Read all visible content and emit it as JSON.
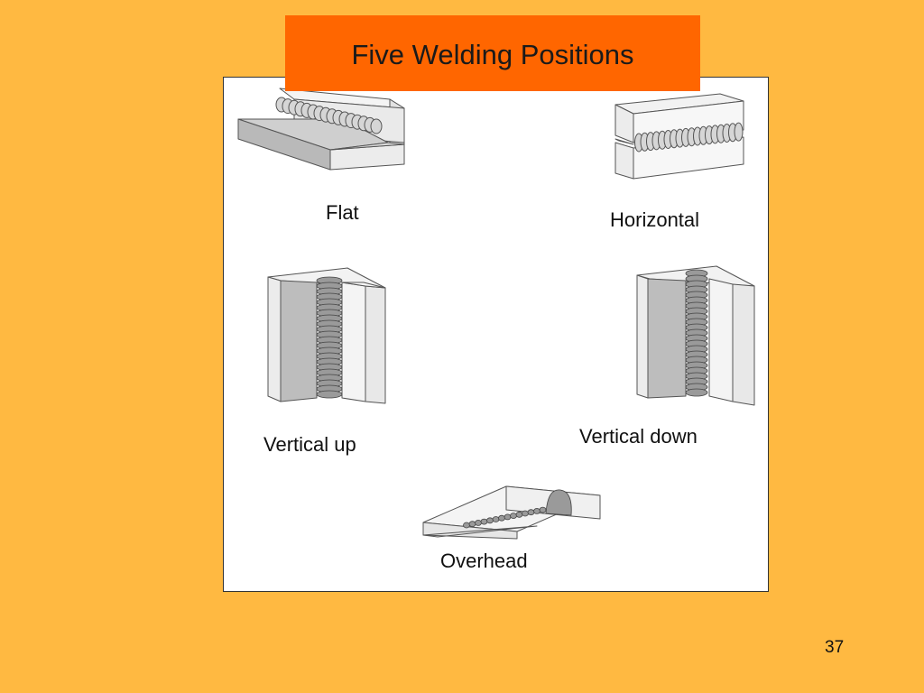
{
  "slide": {
    "title": "Five Welding Positions",
    "page_number": "37"
  },
  "positions": {
    "flat": "Flat",
    "horizontal": "Horizontal",
    "vertical_up": "Vertical up",
    "vertical_down": "Vertical down",
    "overhead": "Overhead"
  },
  "colors": {
    "background": "#FFB941",
    "title_box": "#FF6600",
    "panel": "#FFFFFF"
  }
}
